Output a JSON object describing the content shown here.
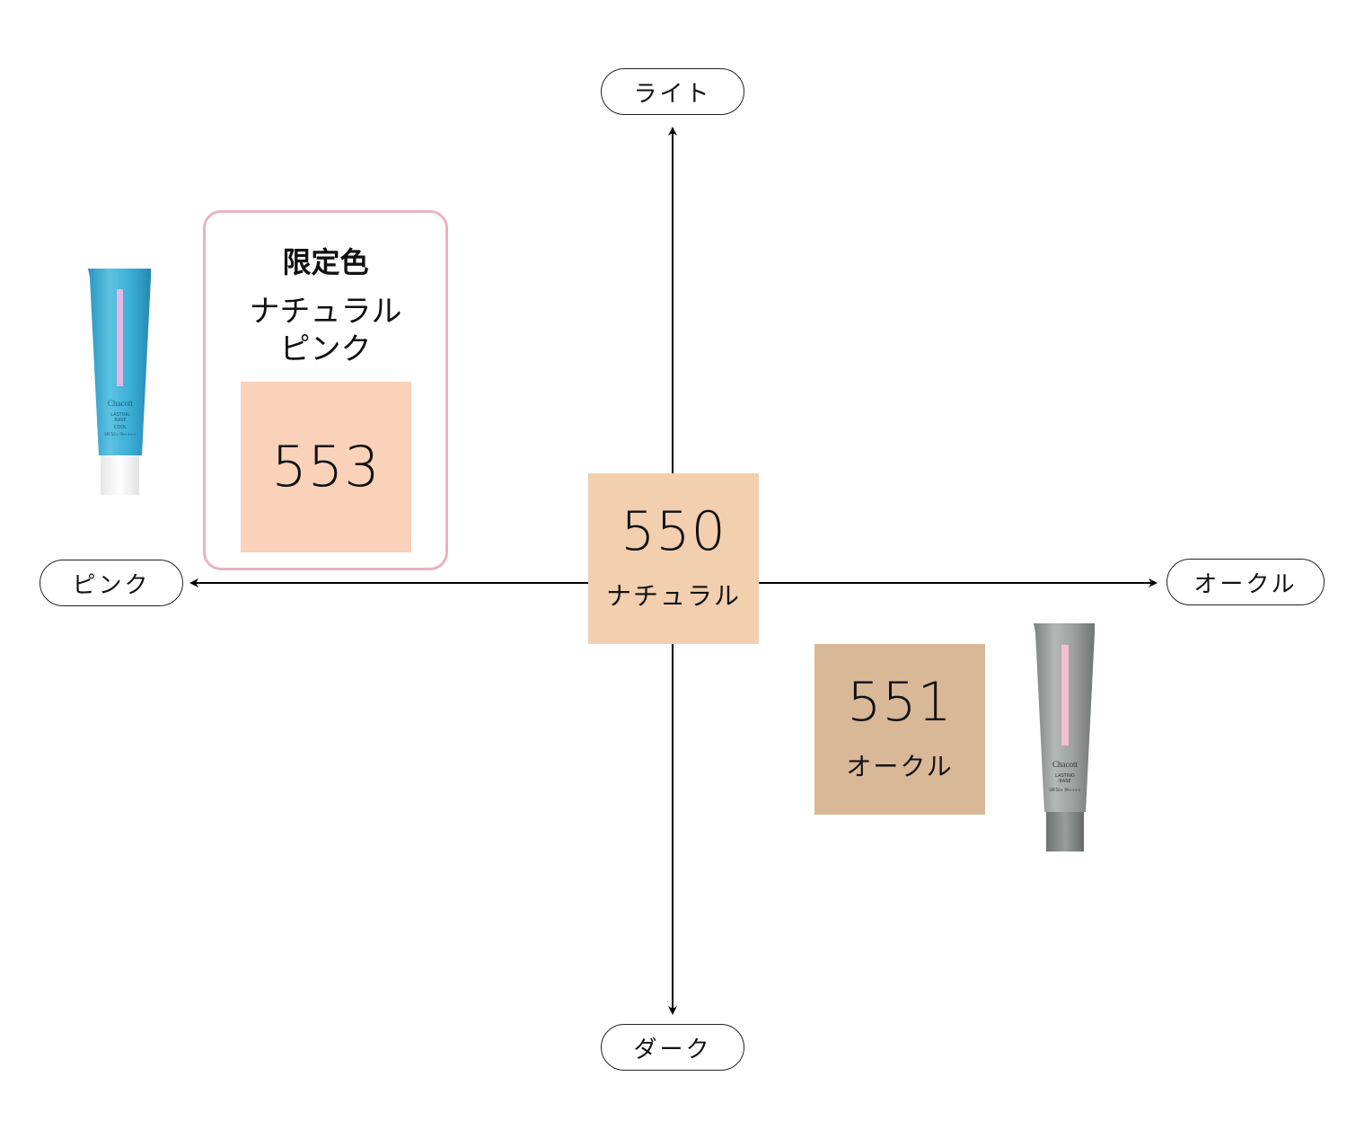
{
  "axes": {
    "top": "ライト",
    "bottom": "ダーク",
    "left": "ピンク",
    "right": "オークル"
  },
  "shades": [
    {
      "code": "550",
      "name": "ナチュラル",
      "color": "#f2cfae"
    },
    {
      "code": "551",
      "name": "オークル",
      "color": "#d9b897"
    },
    {
      "code": "553",
      "name": "",
      "color": "#f9d2b9"
    }
  ],
  "limited": {
    "badge": "限定色",
    "name_line1": "ナチュラル",
    "name_line2": "ピンク",
    "border_color": "#e9b3bf"
  },
  "products": [
    {
      "brand": "Chacott",
      "line1": "LASTING",
      "line2": "BASE",
      "line3": "COOL",
      "spf": "SPF50+ PA++++",
      "tube_color": "#3aa9d0"
    },
    {
      "brand": "Chacott",
      "line1": "LASTING",
      "line2": "BASE",
      "line3": "",
      "spf": "SPF50+ PA++++",
      "tube_color": "#8f9492"
    }
  ]
}
